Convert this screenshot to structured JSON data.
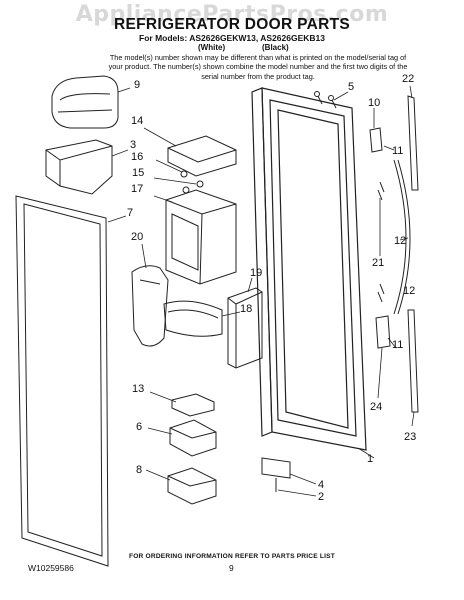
{
  "watermark": "AppliancePartsPros.com",
  "header": {
    "title": "REFRIGERATOR DOOR PARTS",
    "models_line": "For Models: AS2626GEKW13, AS2626GEKB13",
    "variant_white": "(White)",
    "variant_black": "(Black)",
    "note": "The model(s) number shown may be different than what is printed on the model/serial tag of your product. The number(s) shown combine the model number and the first two digits of the serial number from the product tag."
  },
  "callouts": [
    "1",
    "2",
    "3",
    "4",
    "5",
    "6",
    "7",
    "8",
    "9",
    "10",
    "11",
    "11",
    "12",
    "12",
    "13",
    "14",
    "15",
    "16",
    "17",
    "18",
    "19",
    "20",
    "21",
    "22",
    "23",
    "24"
  ],
  "footer": {
    "ordering": "FOR ORDERING INFORMATION REFER TO PARTS PRICE LIST",
    "doc_number": "W10259586",
    "page": "9"
  }
}
